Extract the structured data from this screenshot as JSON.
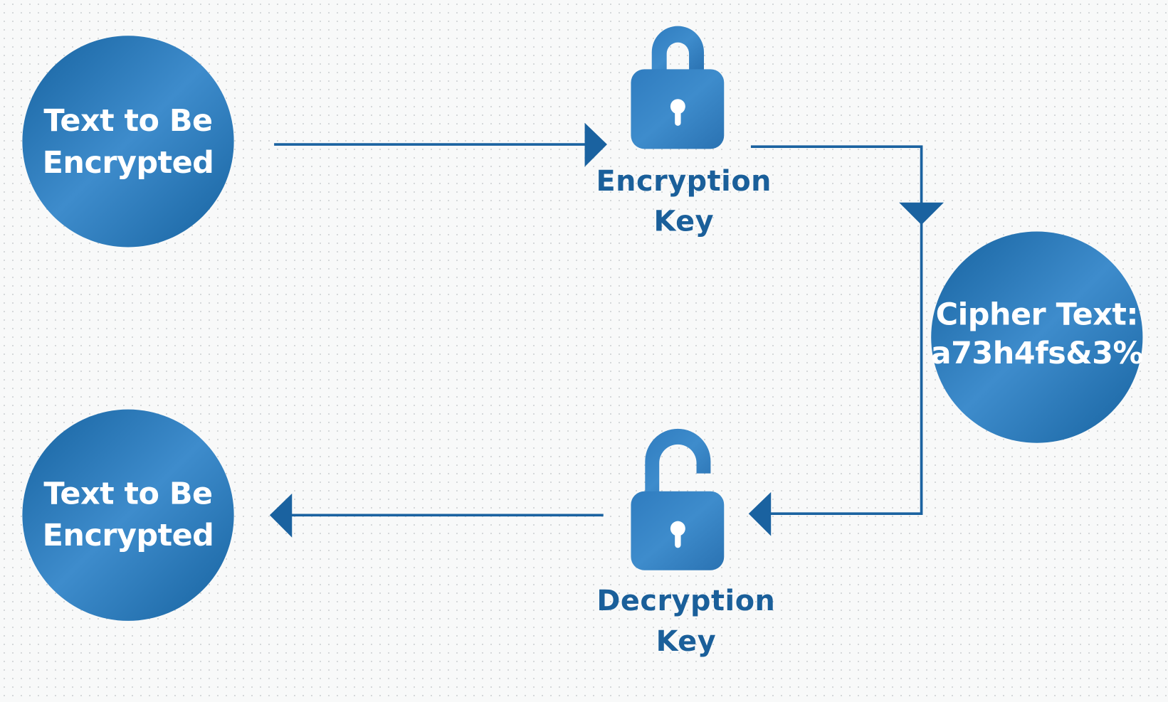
{
  "diagram": {
    "title": "Symmetric encryption flow",
    "colors": {
      "node_dark": "#1763a0",
      "node_light": "#3e8ccc",
      "label": "#1a5f9a",
      "connector": "#1a62a0",
      "background": "#f8f9f9"
    },
    "nodes": {
      "plaintext_input": {
        "lines": [
          "Text to Be",
          "Encrypted"
        ]
      },
      "ciphertext": {
        "lines": [
          "Cipher Text:",
          "a73h4fs&3%"
        ]
      },
      "plaintext_output": {
        "lines": [
          "Text to Be",
          "Encrypted"
        ]
      }
    },
    "keys": {
      "encryption": {
        "icon": "lock-closed-icon",
        "lines": [
          "Encryption",
          "Key"
        ]
      },
      "decryption": {
        "icon": "lock-open-icon",
        "lines": [
          "Decryption",
          "Key"
        ]
      }
    },
    "edges": [
      {
        "from": "plaintext_input",
        "to": "encryption_key",
        "direction": "right"
      },
      {
        "from": "encryption_key",
        "to": "ciphertext",
        "direction": "down"
      },
      {
        "from": "ciphertext",
        "to": "decryption_key",
        "direction": "left"
      },
      {
        "from": "decryption_key",
        "to": "plaintext_output",
        "direction": "left"
      }
    ]
  }
}
